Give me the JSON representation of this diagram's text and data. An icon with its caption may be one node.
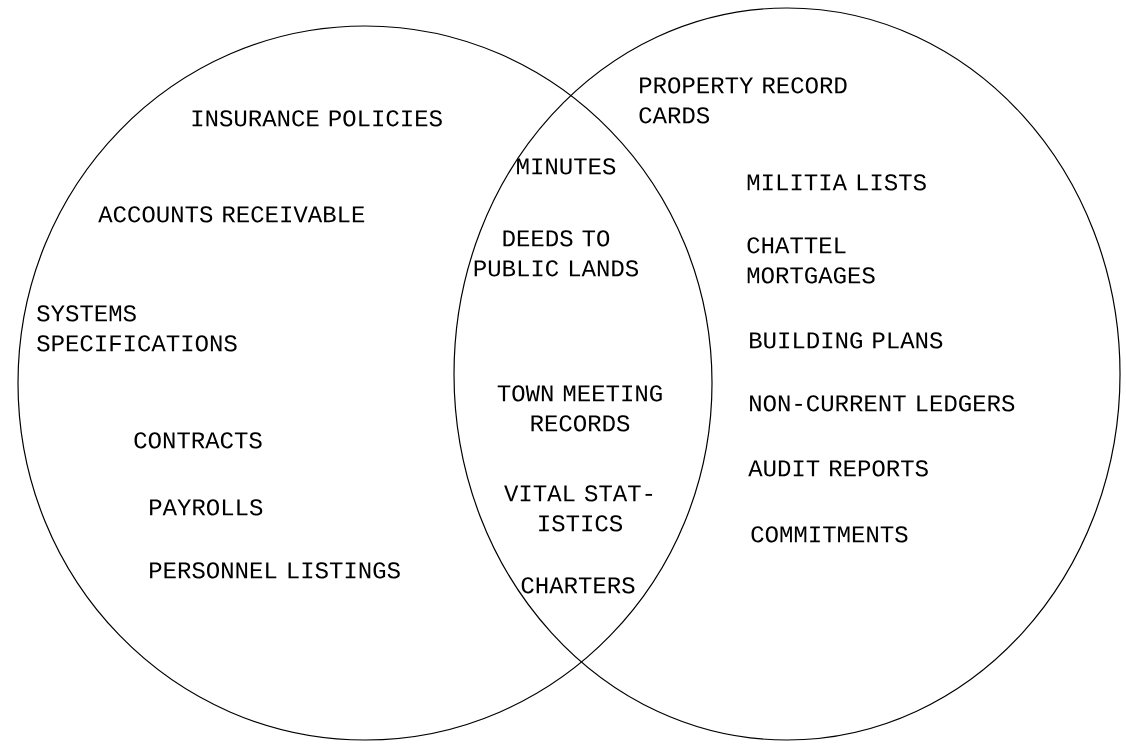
{
  "diagram": {
    "nodes": [
      {
        "text": [
          "INSURANCE POLICIES",
          "ACCOUNTS RECEIVABLE",
          "SYSTEMS SPECIFICATIONS",
          "CONTRACTS",
          "PAYROLLS",
          "PERSONNEL LISTINGS"
        ]
      },
      {
        "text": [
          "PROPERTY RECORD CARDS",
          "MILITIA LISTS",
          "CHATTEL MORTGAGES",
          "BUILDING PLANS",
          "NON-CURRENT LEDGERS",
          "AUDIT REPORTS",
          "COMMITMENTS"
        ]
      }
    ],
    "labels": [
      "MINUTES",
      "DEEDS TO PUBLIC LANDS",
      "TOWN MEETING RECORDS",
      "VITAL STAT- ISTICS",
      "CHARTERS"
    ]
  }
}
